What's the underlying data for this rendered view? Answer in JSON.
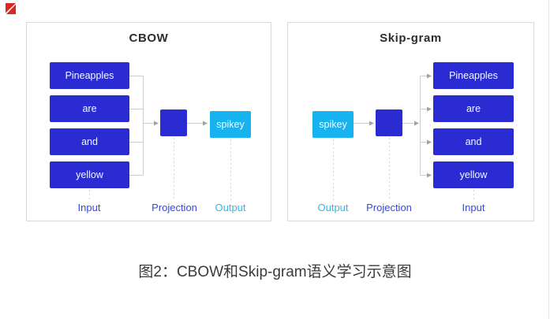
{
  "page": {
    "caption": "图2：CBOW和Skip-gram语义学习示意图"
  },
  "colors": {
    "word_box_blue": "#2b2bd3",
    "word_box_cyan": "#16b3ef",
    "label_blue": "#3448e0",
    "label_cyan": "#2eb8f0",
    "panel_border": "#d9d9d9",
    "connector_gray": "#cccccc",
    "corner_marker_red": "#e02323"
  },
  "cbow": {
    "title": "CBOW",
    "input_words": [
      "Pineapples",
      "are",
      "and",
      "yellow"
    ],
    "output_word": "spikey",
    "labels": {
      "input": "Input",
      "projection": "Projection",
      "output": "Output"
    }
  },
  "skipgram": {
    "title": "Skip-gram",
    "output_word": "spikey",
    "input_words": [
      "Pineapples",
      "are",
      "and",
      "yellow"
    ],
    "labels": {
      "output": "Output",
      "projection": "Projection",
      "input": "Input"
    }
  }
}
